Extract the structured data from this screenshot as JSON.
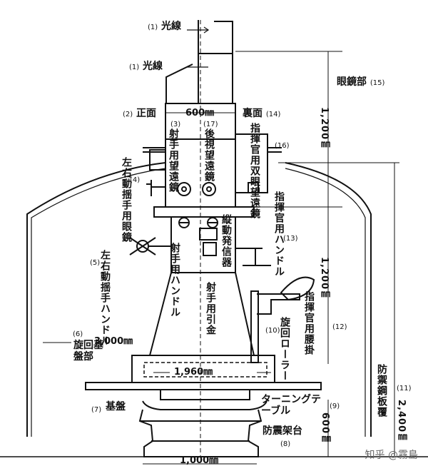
{
  "labels": {
    "light_line_top": {
      "num": "(1)",
      "text": "光線"
    },
    "light_line_2": {
      "num": "(1)",
      "text": "光線"
    },
    "eyepiece_section": {
      "text": "眼鏡部",
      "num": "(15)"
    },
    "front": {
      "num": "(2)",
      "text": "正面"
    },
    "back": {
      "text": "裏面",
      "num": "(14)"
    },
    "gunner_scope": {
      "num": "(3)",
      "text": "射手用望遠鏡"
    },
    "rear_scope": {
      "num": "(17)",
      "text": "後視望遠鏡"
    },
    "commander_binocular": {
      "text": "指揮官用双眼望遠鏡",
      "num": "(16)"
    },
    "left_right_hand_eyepiece": {
      "text": "左右動揺手用眼鏡",
      "num": "(4)"
    },
    "commander_handle": {
      "text": "指揮官用ハンドル",
      "num": "(13)"
    },
    "elevation_transmitter": {
      "text": "縦動発信器"
    },
    "left_right_hand_handle": {
      "text": "左右動揺手ハンドル",
      "num": "(5)"
    },
    "gunner_handle": {
      "text": "射手用ハンドル"
    },
    "gunner_trigger": {
      "text": "射手用引金"
    },
    "commander_seat": {
      "text": "指揮官用腰掛",
      "num": "(12)"
    },
    "rotation_base": {
      "num": "(6)",
      "text": "旋回基盤部"
    },
    "rotation_roller": {
      "num": "(10)",
      "text": "旋回ローラー"
    },
    "base_plate": {
      "num": "(7)",
      "text": "基盤"
    },
    "turning_table": {
      "text": "ターニングテーブル",
      "num": "(9)"
    },
    "anti_vibration_base": {
      "text": "防震架台",
      "num": "(8)"
    },
    "splinter_armor": {
      "text": "防禦鋼板覆",
      "num": "(11)"
    }
  },
  "dimensions": {
    "w600": "600㎜",
    "h1200_top": "1,200㎜",
    "h1200_mid": "1,200㎜",
    "h2400": "2,400㎜",
    "w3000": "3,000㎜",
    "w1960": "1,960㎜",
    "h600": "600㎜",
    "w1000": "1,000㎜"
  },
  "watermark": "知乎 @霧島"
}
